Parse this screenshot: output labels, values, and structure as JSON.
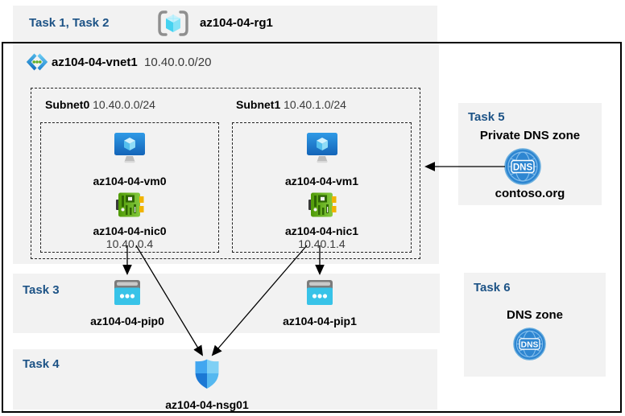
{
  "header": {
    "task_label": "Task 1, Task 2",
    "resource_group": "az104-04-rg1"
  },
  "vnet": {
    "name": "az104-04-vnet1",
    "cidr": "10.40.0.0/20",
    "subnets": [
      {
        "name": "Subnet0",
        "cidr": "10.40.0.0/24",
        "vm": "az104-04-vm0",
        "nic": "az104-04-nic0",
        "ip": "10.40.0.4"
      },
      {
        "name": "Subnet1",
        "cidr": "10.40.1.0/24",
        "vm": "az104-04-vm1",
        "nic": "az104-04-nic1",
        "ip": "10.40.1.4"
      }
    ]
  },
  "task3": {
    "label": "Task 3",
    "pips": [
      "az104-04-pip0",
      "az104-04-pip1"
    ]
  },
  "task4": {
    "label": "Task 4",
    "nsg": "az104-04-nsg01"
  },
  "task5": {
    "label": "Task 5",
    "title": "Private DNS zone",
    "zone_name": "contoso.org",
    "icon_text": "DNS"
  },
  "task6": {
    "label": "Task 6",
    "title": "DNS zone",
    "icon_text": "DNS"
  },
  "colors": {
    "task_label_blue": "#1d5386",
    "band_bg": "#f2f2f2",
    "border_black": "#000000",
    "dns_blue": "#2e86d1",
    "vm_blue": "#1e7fd8",
    "nic_green": "#62b00e",
    "pip_cyan": "#38c3e8",
    "nsg_blue_dark": "#1c78d4",
    "nsg_blue_light": "#7fd0f5"
  }
}
